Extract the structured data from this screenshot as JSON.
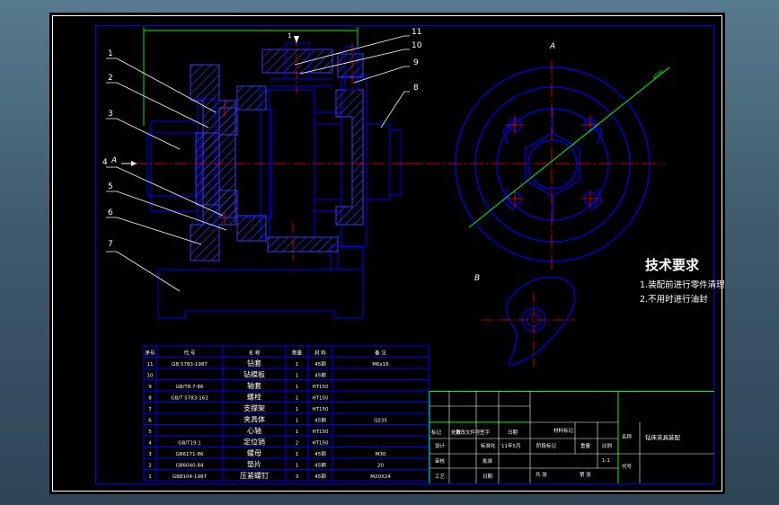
{
  "colors": {
    "frame_white": "#ffffff",
    "cad_blue": "#0000ff",
    "center_red": "#ff0000",
    "hatch_blue": "#3a3aff",
    "green_line": "#00ff00",
    "paper_black": "#000000"
  },
  "drawing": {
    "part_numbers": [
      "1",
      "2",
      "3",
      "4",
      "5",
      "6",
      "7",
      "8",
      "9",
      "10",
      "11"
    ],
    "view_labels": {
      "a_left": "A",
      "a_top": "A",
      "b_view": "B",
      "arrow_a": "A"
    }
  },
  "tech_requirements": {
    "title": "技术要求",
    "items": [
      "1.装配前进行零件清理",
      "2.不用时进行油封"
    ]
  },
  "bom": {
    "header": [
      "序号",
      "代 号",
      "名 称",
      "数量",
      "材 料",
      "备 注"
    ],
    "rows": [
      [
        "11",
        "GB 5783-1987",
        "钻套",
        "1",
        "45钢",
        "M6x16"
      ],
      [
        "10",
        "",
        "钻模板",
        "1",
        "45钢",
        ""
      ],
      [
        "9",
        "GB/T8.7-86",
        "轴套",
        "1",
        "HT150",
        ""
      ],
      [
        "8",
        "GB/T 5783-163",
        "螺栓",
        "1",
        "HT150",
        ""
      ],
      [
        "7",
        "",
        "支撑架",
        "1",
        "HT150",
        ""
      ],
      [
        "6",
        "",
        "夹具体",
        "1",
        "45钢",
        "Q235"
      ],
      [
        "5",
        "",
        "心轴",
        "1",
        "HT150",
        ""
      ],
      [
        "4",
        "GB/T19.1",
        "定位销",
        "2",
        "HT150",
        ""
      ],
      [
        "3",
        "GB6171-86",
        "螺母",
        "1",
        "45钢",
        "M30"
      ],
      [
        "2",
        "GB6040-84",
        "垫片",
        "1",
        "45钢",
        "20"
      ],
      [
        "1",
        "GB8104-1987",
        "压紧螺钉",
        "3",
        "45钢",
        "M20X24"
      ]
    ]
  },
  "title_block": {
    "r1": [
      "标记",
      "处数",
      "更改文件号",
      "签字",
      "日期"
    ],
    "material_mark": "材料标记",
    "company": "",
    "drawing_title": "钻床夹具装配",
    "designer": "设计",
    "std": "标准化",
    "date": "11年5月",
    "stage_mark": "阶段标记",
    "weight": "重量",
    "scale": "比例",
    "scale_value": "1:1",
    "check": "审核",
    "craft": "工艺",
    "approve": "批准",
    "date2": "日期",
    "sheets": "共 张",
    "sheet_no": "第 张",
    "code": "代号"
  }
}
